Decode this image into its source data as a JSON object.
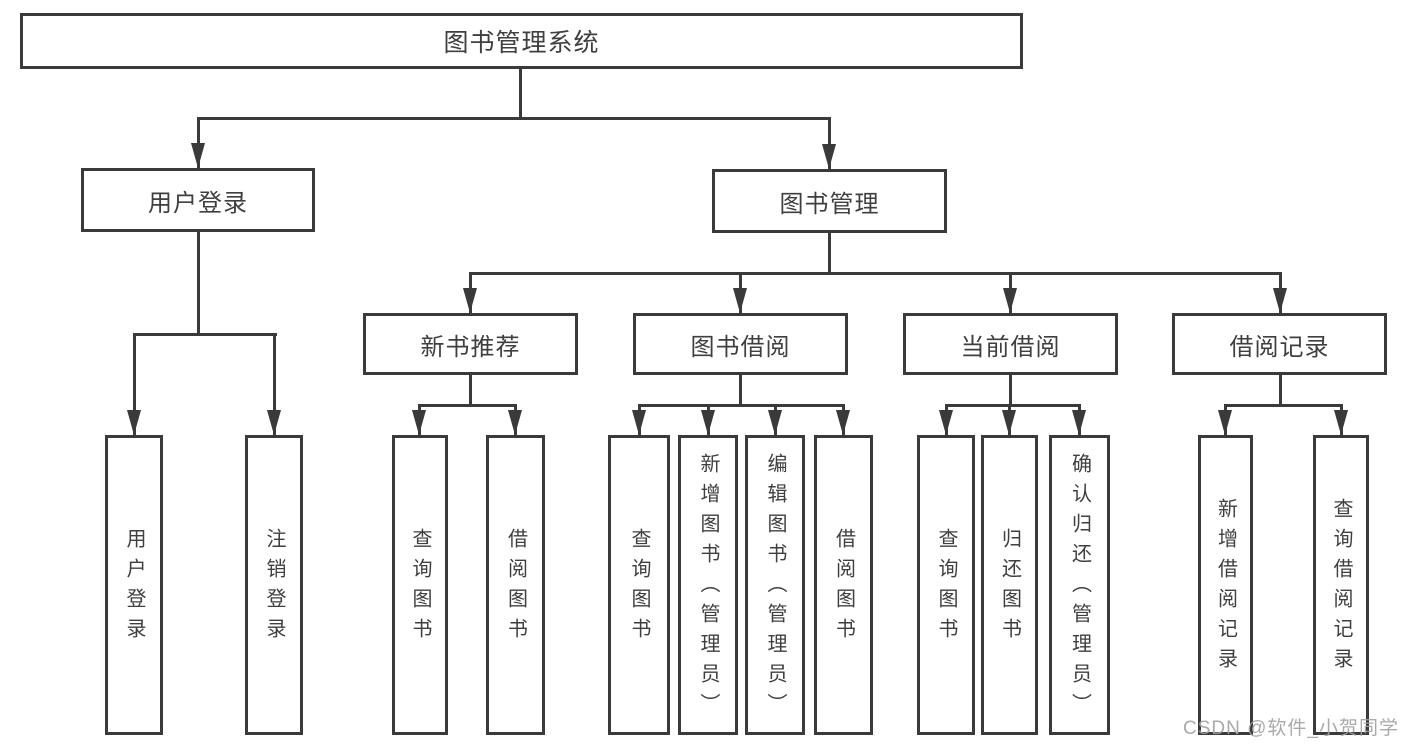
{
  "diagram": {
    "root": {
      "label": "图书管理系统"
    },
    "level2": [
      {
        "label": "用户登录"
      },
      {
        "label": "图书管理"
      }
    ],
    "level3": [
      {
        "label": "新书推荐"
      },
      {
        "label": "图书借阅"
      },
      {
        "label": "当前借阅"
      },
      {
        "label": "借阅记录"
      }
    ],
    "leaves": {
      "user_login": [
        "用户登录",
        "注销登录"
      ],
      "new_book_rec": [
        "查询图书",
        "借阅图书"
      ],
      "book_borrow": [
        "查询图书",
        "新增图书（管理员）",
        "编辑图书（管理员）",
        "借阅图书"
      ],
      "current_borrow": [
        "查询图书",
        "归还图书",
        "确认归还（管理员）"
      ],
      "borrow_records": [
        "新增借阅记录",
        "查询借阅记录"
      ]
    }
  },
  "watermark": {
    "text": "CSDN @软件_小贺同学"
  },
  "colors": {
    "line": "#3a3a3a",
    "text": "#3f3f3f",
    "box_fill": "#ffffff",
    "watermark": "#a3a3a3",
    "background": "#ffffff"
  }
}
